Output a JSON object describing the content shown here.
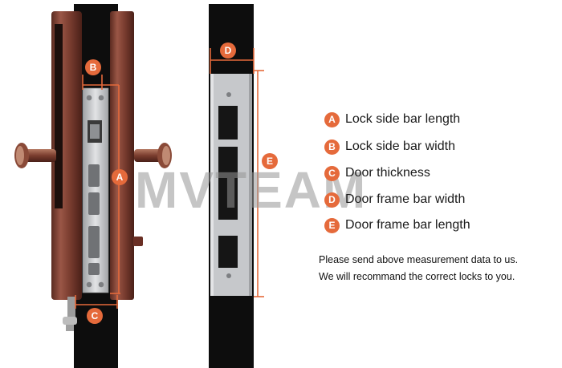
{
  "watermark": "MVTEAM",
  "colors": {
    "accent": "#e56a3b",
    "door": "#0d0d0d",
    "plate": "#c6c8cb"
  },
  "badges": {
    "a": "A",
    "b": "B",
    "c": "C",
    "d": "D",
    "e": "E"
  },
  "legend": [
    {
      "badge": "A",
      "text": "Lock side bar length"
    },
    {
      "badge": "B",
      "text": "Lock side bar width"
    },
    {
      "badge": "C",
      "text": "Door thickness"
    },
    {
      "badge": "D",
      "text": "Door frame bar width"
    },
    {
      "badge": "E",
      "text": "Door frame bar length"
    }
  ],
  "note": {
    "line1": "Please send above measurement data to us.",
    "line2": "We will recommand the correct locks to you."
  }
}
